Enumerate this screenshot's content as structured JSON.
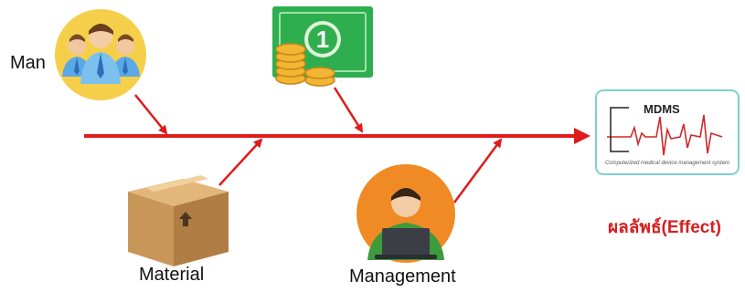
{
  "labels": {
    "man": "Man",
    "material": "Material",
    "management": "Management",
    "effect": "ผลลัพธ์(Effect)"
  },
  "logo": {
    "title": "MDMS",
    "subtitle": "Computerized medical device management system"
  },
  "banknote": {
    "numeral": "1"
  },
  "colors": {
    "arrow": "#e01b1b",
    "effect_text": "#d61f1f",
    "circle_yellow": "#f6cf4a",
    "circle_orange": "#f08a24",
    "money_green": "#2fae4f",
    "coin_gold": "#f2b632",
    "box_brown": "#c9965a",
    "logo_border": "#7fd0cf"
  },
  "icons": {
    "man": "group-of-people-icon",
    "money": "money-icon",
    "material": "cardboard-box-icon",
    "management": "person-at-laptop-icon"
  }
}
